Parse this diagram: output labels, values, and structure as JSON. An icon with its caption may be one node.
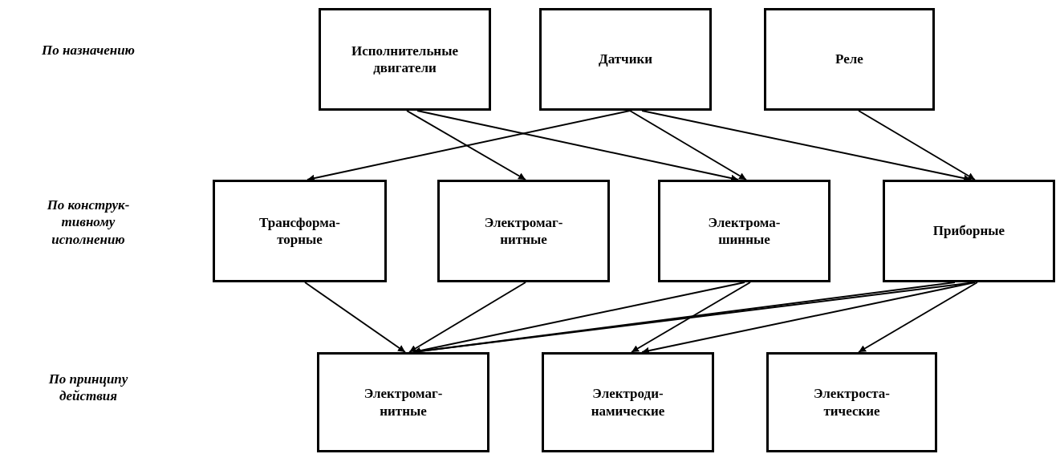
{
  "diagram": {
    "nodes": [
      {
        "text": [
          "Исполнительные двигатели"
        ]
      },
      {
        "text": [
          "Датчики"
        ]
      },
      {
        "text": [
          "Реле"
        ]
      },
      {
        "text": [
          "Трансформа- торные"
        ]
      },
      {
        "text": [
          "Электромаг- нитные"
        ]
      },
      {
        "text": [
          "Электрома- шинные"
        ]
      },
      {
        "text": [
          "Приборные"
        ]
      },
      {
        "text": [
          "Электромаг- нитные"
        ]
      },
      {
        "text": [
          "Электроди- намические"
        ]
      },
      {
        "text": [
          "Электроста- тические"
        ]
      }
    ],
    "edges": [
      {
        "from": 0,
        "to": 4,
        "arrow": "to"
      },
      {
        "from": 0,
        "to": 5,
        "arrow": "to"
      },
      {
        "from": 1,
        "to": 3,
        "arrow": "to"
      },
      {
        "from": 1,
        "to": 5,
        "arrow": "to"
      },
      {
        "from": 1,
        "to": 6,
        "arrow": "to"
      },
      {
        "from": 2,
        "to": 6,
        "arrow": "to"
      },
      {
        "from": 3,
        "to": 7,
        "arrow": "to"
      },
      {
        "from": 4,
        "to": 7,
        "arrow": "to"
      },
      {
        "from": 5,
        "to": 7,
        "arrow": "to"
      },
      {
        "from": 5,
        "to": 8,
        "arrow": "to"
      },
      {
        "from": 6,
        "to": 7,
        "arrow": "to"
      },
      {
        "from": 6,
        "to": 7,
        "arrow": "to"
      },
      {
        "from": 6,
        "to": 8,
        "arrow": "to"
      },
      {
        "from": 6,
        "to": 9,
        "arrow": "to"
      }
    ],
    "labels": [
      "По назначению",
      "По конструк- тивному исполнению",
      "По принципу действия"
    ]
  }
}
